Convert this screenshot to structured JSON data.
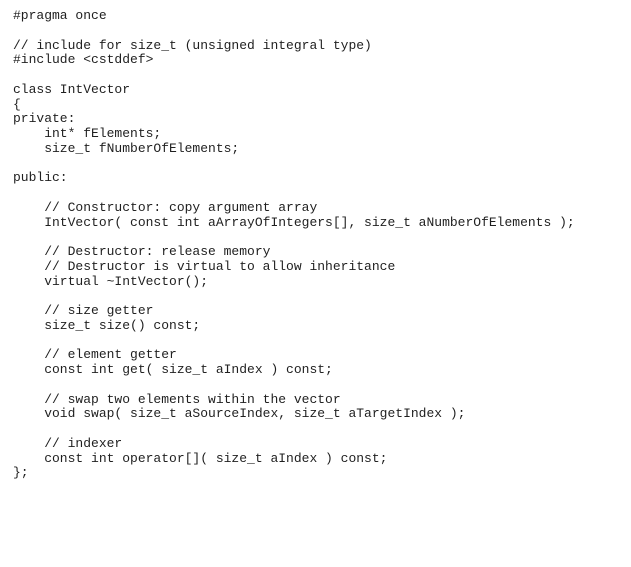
{
  "code_lines": [
    "#pragma once",
    "",
    "// include for size_t (unsigned integral type)",
    "#include <cstddef>",
    "",
    "class IntVector",
    "{",
    "private:",
    "    int* fElements;",
    "    size_t fNumberOfElements;",
    "",
    "public:",
    "",
    "    // Constructor: copy argument array",
    "    IntVector( const int aArrayOfIntegers[], size_t aNumberOfElements );",
    "",
    "    // Destructor: release memory",
    "    // Destructor is virtual to allow inheritance",
    "    virtual ~IntVector();",
    "",
    "    // size getter",
    "    size_t size() const;",
    "",
    "    // element getter",
    "    const int get( size_t aIndex ) const;",
    "",
    "    // swap two elements within the vector",
    "    void swap( size_t aSourceIndex, size_t aTargetIndex );",
    "",
    "    // indexer",
    "    const int operator[]( size_t aIndex ) const;",
    "};"
  ]
}
